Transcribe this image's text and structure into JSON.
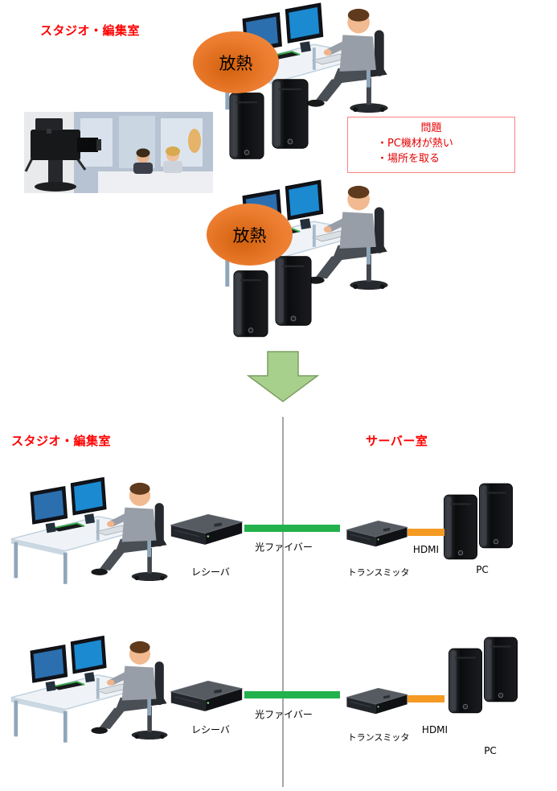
{
  "colors": {
    "label_red": "#FF0000",
    "heat_orange": "#ED7D31",
    "fiber_green": "#22B14C",
    "hdmi_orange": "#F59A23",
    "arrow_green": "#A8D08D",
    "divider_gray": "#A6A6A6",
    "problem_border": "#FF8080"
  },
  "icons": {
    "workstation": "workstation-illustration",
    "pc_tower": "pc-tower-icon",
    "studio_camera": "studio-camera-photo",
    "receiver_device": "receiver-device-icon",
    "transmitter_device": "transmitter-device-icon",
    "down_arrow": "down-arrow-icon",
    "heat_bubble": "heat-ellipse"
  },
  "top": {
    "studio_label": "スタジオ・編集室",
    "heat_labels": [
      "放熱",
      "放熱"
    ],
    "problem": {
      "title": "問題",
      "items": [
        "・PC機材が熱い",
        "・場所を取る"
      ]
    }
  },
  "bottom": {
    "studio_label": "スタジオ・編集室",
    "server_label": "サーバー室",
    "rows": [
      {
        "receiver": "レシーバ",
        "fiber": "光ファイバー",
        "transmitter": "トランスミッタ",
        "hdmi": "HDMI",
        "pc": "PC"
      },
      {
        "receiver": "レシーバ",
        "fiber": "光ファイバー",
        "transmitter": "トランスミッタ",
        "hdmi": "HDMI",
        "pc": "PC"
      }
    ]
  }
}
